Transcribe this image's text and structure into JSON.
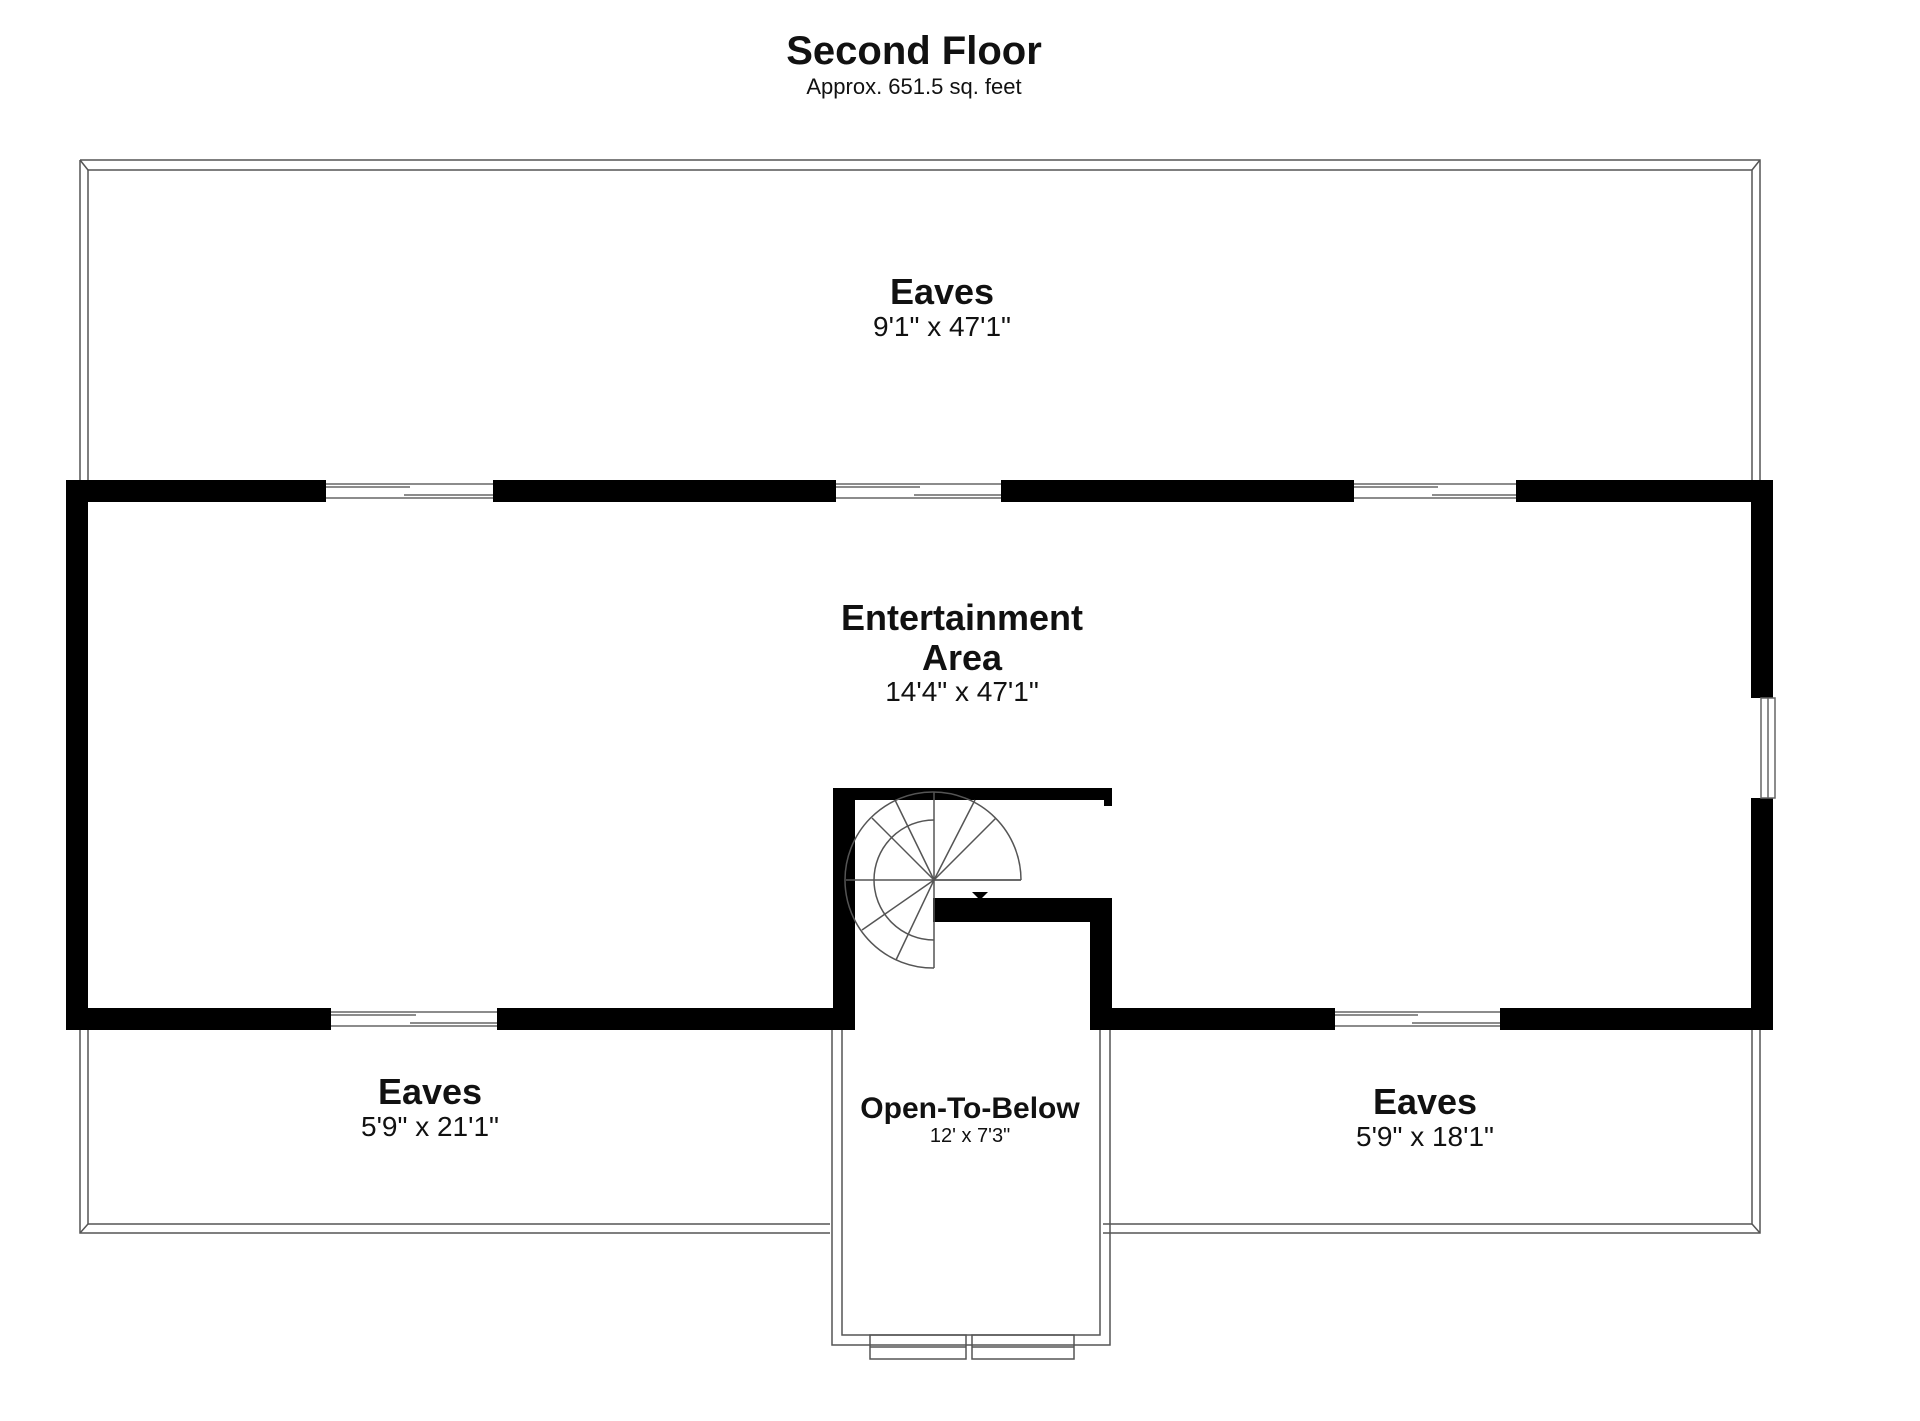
{
  "floor": {
    "title": "Second Floor",
    "area": "Approx. 651.5 sq. feet"
  },
  "rooms": [
    {
      "id": "eaves-top",
      "name": "Eaves",
      "dimensions": "9'1\" x 47'1\""
    },
    {
      "id": "entertainment-area",
      "name_line1": "Entertainment",
      "name_line2": "Area",
      "dimensions": "14'4\" x 47'1\""
    },
    {
      "id": "eaves-bottom-left",
      "name": "Eaves",
      "dimensions": "5'9\" x 21'1\""
    },
    {
      "id": "open-to-below",
      "name": "Open-To-Below",
      "dimensions": "12' x 7'3\""
    },
    {
      "id": "eaves-bottom-right",
      "name": "Eaves",
      "dimensions": "5'9\" x 18'1\""
    }
  ],
  "colors": {
    "wall": "#000000",
    "thin_line": "#555555",
    "background": "#ffffff"
  }
}
